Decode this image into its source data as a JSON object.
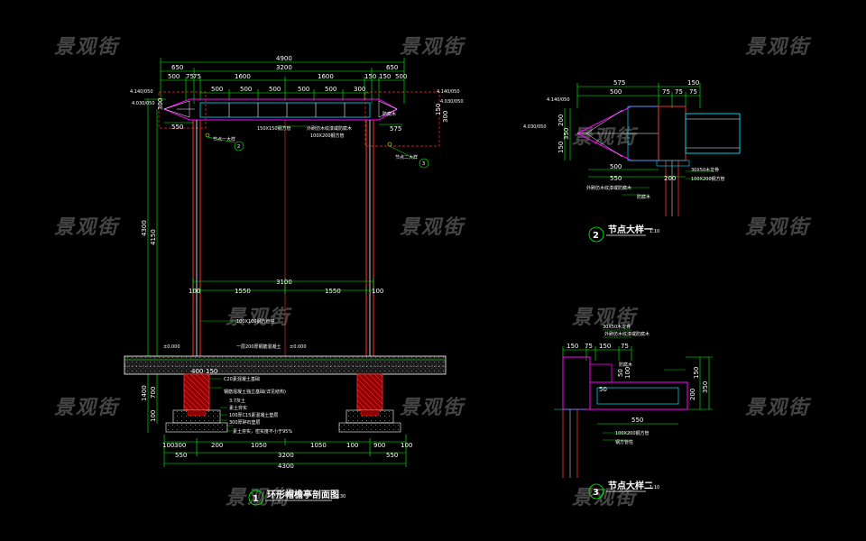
{
  "watermark": "景观街",
  "drawing1": {
    "title": "环形帽檐亭剖面图",
    "scale": "1:30",
    "number": "1",
    "top_dims": {
      "overall": "4900",
      "row2": [
        "650",
        "3200",
        "650"
      ],
      "row3": [
        "500",
        "75",
        "75",
        "1600",
        "1600",
        "150",
        "150",
        "500"
      ],
      "row4": [
        "500",
        "500",
        "500",
        "500",
        "500",
        "300"
      ]
    },
    "left_dims": [
      "4300",
      "4150",
      "1400",
      "700",
      "300",
      "100"
    ],
    "right_dims": [
      "300",
      "150"
    ],
    "mid_dims": [
      "100",
      "1550",
      "3100",
      "1550",
      "100"
    ],
    "bottom_dims_row1": [
      "100",
      "300",
      "200",
      "1050",
      "1050",
      "100",
      "900",
      "100"
    ],
    "bottom_dims_row2": [
      "550",
      "3200",
      "550"
    ],
    "bottom_dims_row3": "4300",
    "small_dims": [
      "550",
      "575",
      "400",
      "150"
    ],
    "elevations": [
      "4.140/050",
      "4.140/050",
      "4.030/050",
      "4.030/050",
      "±0.000",
      "±0.000"
    ],
    "callouts": {
      "c1": "节点一大样",
      "c2": "节点二大样",
      "c1_no": "2",
      "c2_no": "3"
    },
    "annotations": [
      "防腐木",
      "外刷仿木纹漆或防腐木",
      "100X200钢方管",
      "150X150钢方管",
      "100X100钢方管柱",
      "一层200厚钢筋混凝土",
      "C20素混凝土基础",
      "3:7灰土",
      "素土夯实",
      "100厚C15素混凝土垫层",
      "钢筋混凝土独立基础(详见结构)",
      "300厚碎石垫层",
      "素土夯实，密实度不小于95%"
    ]
  },
  "drawing2": {
    "title": "节点大样一",
    "scale": "1:10",
    "number": "2",
    "top_dims": {
      "row1": [
        "575",
        "150"
      ],
      "row2": [
        "500",
        "75",
        "75",
        "75"
      ]
    },
    "left_dims": [
      "200",
      "350",
      "150"
    ],
    "bottom_dims": [
      "500",
      "550",
      "200"
    ],
    "elevations": [
      "4.140/050",
      "4.030/050"
    ],
    "annotations": [
      "30X50木龙骨",
      "100X200钢方管",
      "外刷仿木纹漆或防腐木",
      "防腐木"
    ]
  },
  "drawing3": {
    "title": "节点大样二",
    "scale": "1:10",
    "number": "3",
    "top_dims": [
      "150",
      "75",
      "150",
      "75"
    ],
    "right_dims": [
      "50",
      "100",
      "150",
      "350",
      "200"
    ],
    "inner_dims": [
      "50",
      "550"
    ],
    "annotations": [
      "30X50木龙骨",
      "外刷仿木纹漆或防腐木",
      "防腐木",
      "100X200钢方管",
      "钢方管柱"
    ]
  }
}
